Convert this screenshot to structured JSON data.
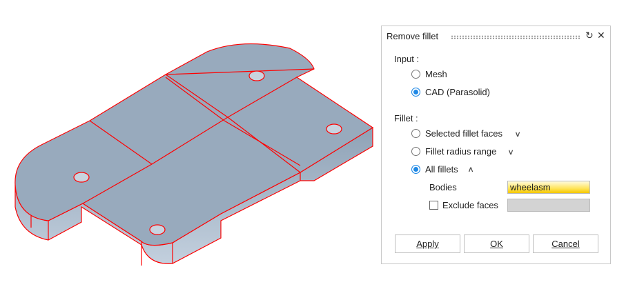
{
  "dialog": {
    "title": "Remove fillet",
    "reset_icon": "reset-icon",
    "close_icon": "close-icon",
    "input_label": "Input :",
    "input_options": [
      {
        "label": "Mesh",
        "selected": false
      },
      {
        "label": "CAD (Parasolid)",
        "selected": true
      }
    ],
    "fillet_label": "Fillet :",
    "fillet_options": [
      {
        "label": "Selected fillet faces",
        "selected": false,
        "expand": "∨"
      },
      {
        "label": "Fillet radius range",
        "selected": false,
        "expand": "∨"
      },
      {
        "label": "All fillets",
        "selected": true,
        "expand": "∧"
      }
    ],
    "bodies_label": "Bodies",
    "bodies_value": "wheelasm",
    "exclude_faces_label": "Exclude faces",
    "exclude_faces_checked": false,
    "buttons": {
      "apply": "Apply",
      "ok": "OK",
      "cancel": "Cancel"
    }
  },
  "colors": {
    "edge": "#ff0000",
    "face": "#98aabd",
    "accent": "#1e88e5",
    "highlight": "#ffe45a"
  }
}
